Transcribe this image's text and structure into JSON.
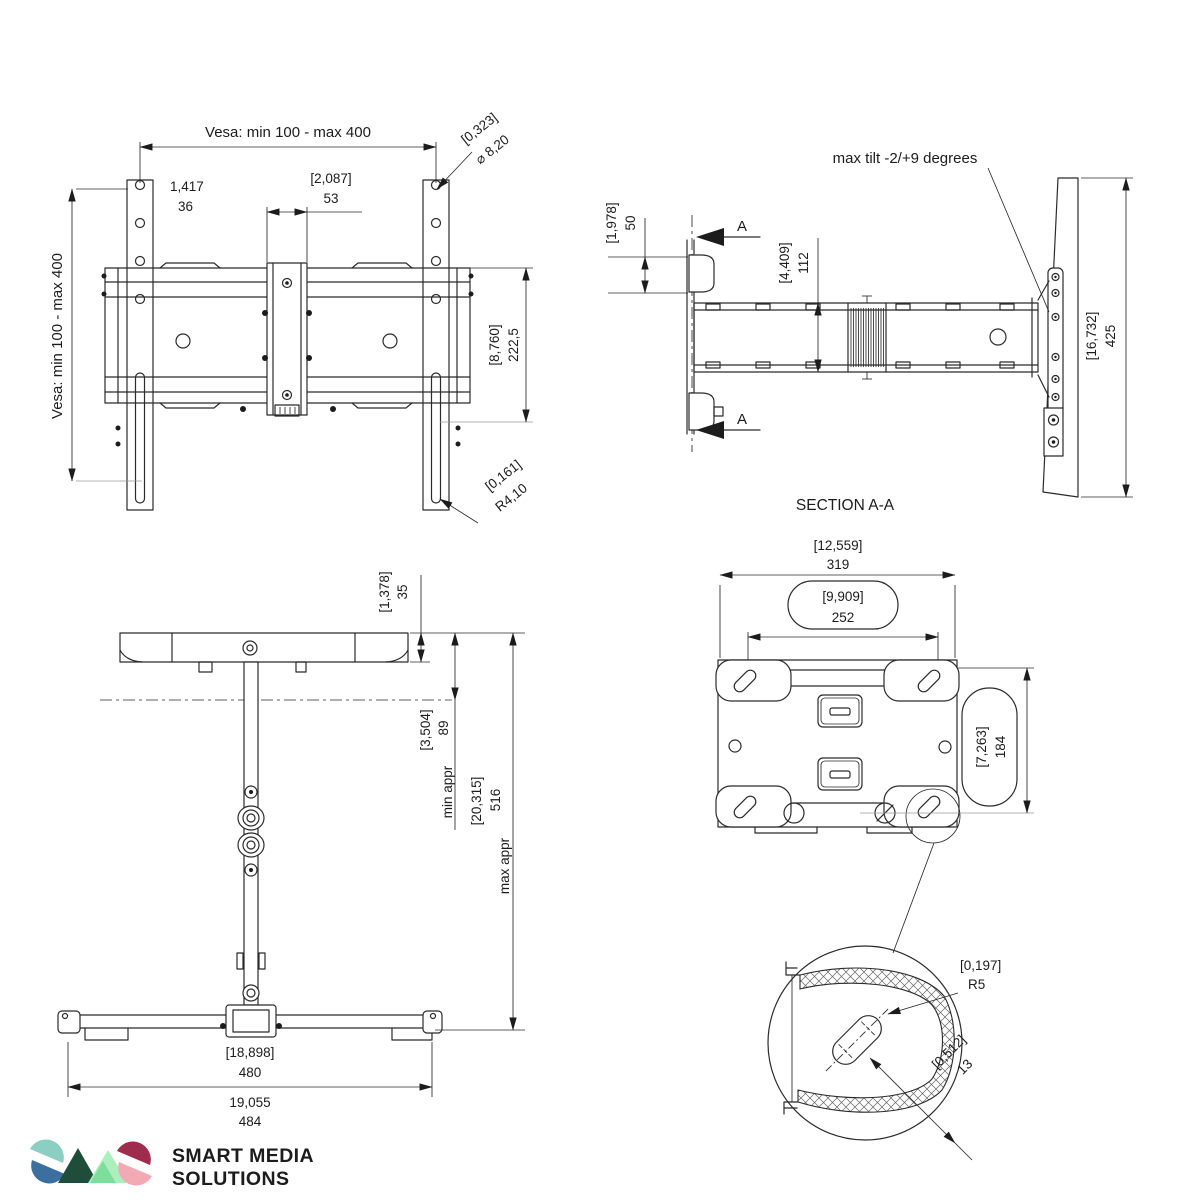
{
  "drawing": {
    "front": {
      "vesa_horizontal": "Vesa: min 100 - max 400",
      "vesa_vertical": "Vesa: min 100 - max 400",
      "hole_pitch_in": "1,417",
      "hole_pitch_mm": "36",
      "center_offset_in": "[2,087]",
      "center_offset_mm": "53",
      "hole_dia_in": "[0,323]",
      "hole_dia_mm": "⌀ 8,20",
      "body_height_in": "[8,760]",
      "body_height_mm": "222,5",
      "slot_radius_in": "[0,161]",
      "slot_radius_mm": "R4,10"
    },
    "side": {
      "tilt_note": "max tilt -2/+9 degrees",
      "section_arrow_label": "A",
      "plate_offset_in": "[1,978]",
      "plate_offset_mm": "50",
      "arm_height_in": "[4,409]",
      "arm_height_mm": "112",
      "bracket_height_in": "[16,732]",
      "bracket_height_mm": "425"
    },
    "top": {
      "plate_thickness_in": "[1,378]",
      "plate_thickness_mm": "35",
      "min_label": "min appr",
      "min_in": "[3,504]",
      "min_mm": "89",
      "max_label": "max appr",
      "max_in": "[20,315]",
      "max_mm": "516",
      "rail_width_in": "[18,898]",
      "rail_width_mm": "480",
      "overall_width_in": "19,055",
      "overall_width_mm": "484"
    },
    "section": {
      "title": "SECTION A-A",
      "outer_width_in": "[12,559]",
      "outer_width_mm": "319",
      "inner_width_in": "[9,909]",
      "inner_width_mm": "252",
      "height_in": "[7,263]",
      "height_mm": "184",
      "corner_radius_in": "[0,197]",
      "corner_radius_mm": "R5",
      "slot_width_in": "[0,512]",
      "slot_width_mm": "13"
    }
  },
  "logo": {
    "line1": "SMART MEDIA",
    "line2": "SOLUTIONS",
    "colors": {
      "teal": "#8BCEC2",
      "blue": "#3A6FA0",
      "dark_green": "#1E4E39",
      "mint": "#ABEFBD",
      "green": "#7DDE9C",
      "maroon": "#9E2C4D",
      "pink": "#F3A9B3",
      "text": "#28282D"
    }
  }
}
